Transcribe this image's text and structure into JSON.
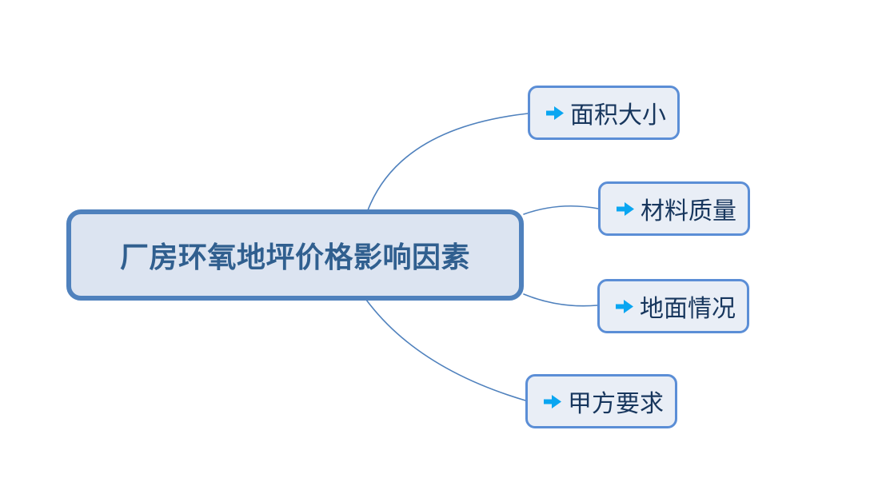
{
  "diagram": {
    "type": "mindmap",
    "root": {
      "label": "厂房环氧地坪价格影响因素",
      "text_color": "#305f8f",
      "fill_color": "#dce4f1",
      "border_color": "#4f81bd"
    },
    "branches": [
      {
        "label": "面积大小",
        "icon": "arrow-right-icon"
      },
      {
        "label": "材料质量",
        "icon": "arrow-right-icon"
      },
      {
        "label": "地面情况",
        "icon": "arrow-right-icon"
      },
      {
        "label": "甲方要求",
        "icon": "arrow-right-icon"
      }
    ],
    "branch_style": {
      "text_color": "#17365d",
      "fill_color": "#e9eef6",
      "border_color": "#5b8ed6",
      "icon_color": "#0aa6f1"
    },
    "connector_color": "#4f81bd",
    "background_color": "#ffffff"
  }
}
